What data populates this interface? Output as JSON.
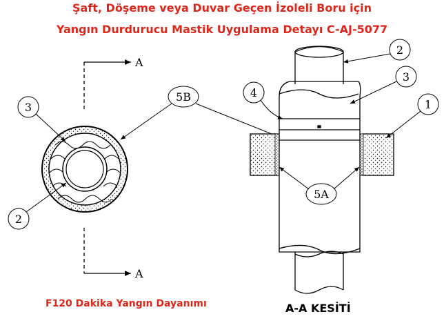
{
  "title": {
    "line1": "Şaft, Döşeme veya Duvar Geçen İzoleli Boru için",
    "line2": "Yangın Durdurucu Mastik Uygulama Detayı C-AJ-5077"
  },
  "footer": {
    "rating": "F120 Dakika Yangın Dayanımı",
    "section": "A-A KESİTİ"
  },
  "section_marks": [
    "A",
    "A"
  ],
  "callouts": {
    "plan_insulation": "3",
    "plan_pipe": "2",
    "plan_sealant": "5B",
    "sec_pipe": "2",
    "sec_insulation": "3",
    "sec_band": "4",
    "sec_wall": "1",
    "sec_sealant": "5A"
  },
  "colors": {
    "title": "#e0261a",
    "line": "#000000"
  }
}
